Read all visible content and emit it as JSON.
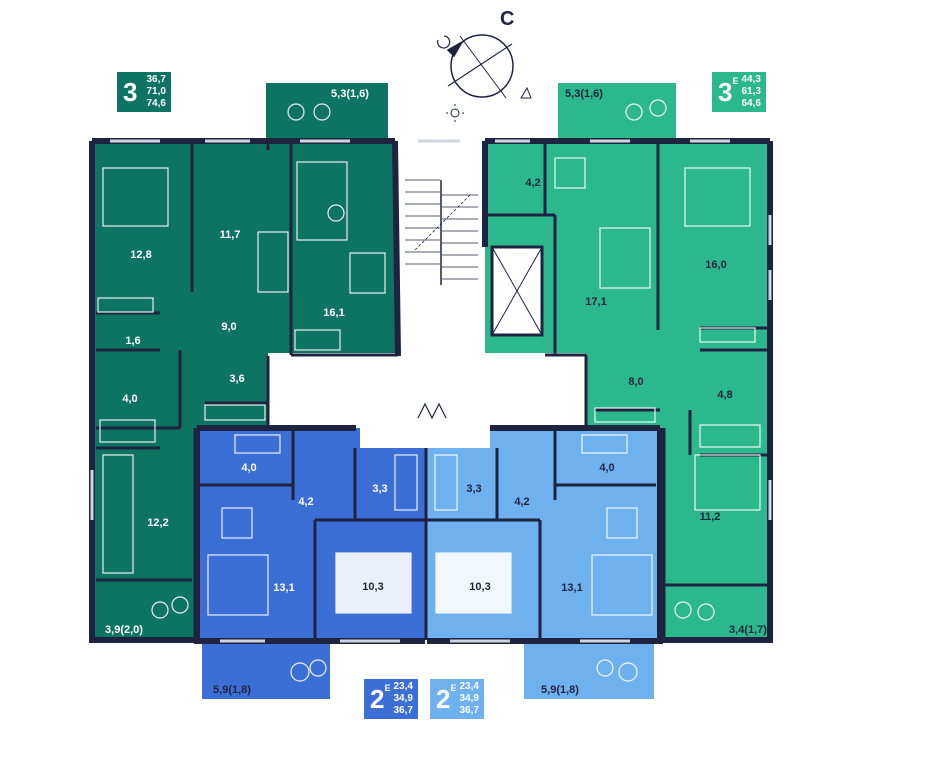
{
  "compass": {
    "north_letter": "С"
  },
  "colors": {
    "wall": "#1e2440",
    "dark_green": "#0d7362",
    "mid_green": "#2bb88c",
    "blue": "#3b6fd6",
    "light_blue": "#6fb1ee",
    "hall": "#ffffff"
  },
  "apartments": [
    {
      "id": "apt-left-3",
      "rooms": "3",
      "areas": [
        "36,7",
        "71,0",
        "74,6"
      ],
      "color": "#0d7362"
    },
    {
      "id": "apt-right-3",
      "rooms": "3",
      "euro": "Е",
      "areas": [
        "44,3",
        "61,3",
        "64,6"
      ],
      "color": "#2bb88c"
    },
    {
      "id": "apt-mid-left-2",
      "rooms": "2",
      "euro": "Е",
      "areas": [
        "23,4",
        "34,9",
        "36,7"
      ],
      "color": "#3b6fd6"
    },
    {
      "id": "apt-mid-right-2",
      "rooms": "2",
      "euro": "Е",
      "areas": [
        "23,4",
        "34,9",
        "36,7"
      ],
      "color": "#6fb1ee"
    }
  ],
  "room_labels": {
    "l_balcony_top": "5,3(1,6)",
    "l_bed1": "12,8",
    "l_bed2": "11,7",
    "l_living": "16,1",
    "l_hall": "9,0",
    "l_wc": "1,6",
    "l_corr": "3,6",
    "l_bath": "4,0",
    "l_bed3": "12,2",
    "l_balcony_bot": "3,9(2,0)",
    "r_balcony_top": "5,3(1,6)",
    "r_kitchen": "4,2",
    "r_living": "17,1",
    "r_bed1": "16,0",
    "r_hall": "8,0",
    "r_bath": "4,8",
    "r_bed2": "11,2",
    "r_balcony_bot": "3,4(1,7)",
    "ml_kitchen": "4,0",
    "ml_hall": "4,2",
    "ml_bath": "3,3",
    "ml_living": "13,1",
    "ml_bed": "10,3",
    "ml_balcony": "5,9(1,8)",
    "mr_kitchen": "4,0",
    "mr_hall": "4,2",
    "mr_bath": "3,3",
    "mr_living": "13,1",
    "mr_bed": "10,3",
    "mr_balcony": "5,9(1,8)"
  }
}
